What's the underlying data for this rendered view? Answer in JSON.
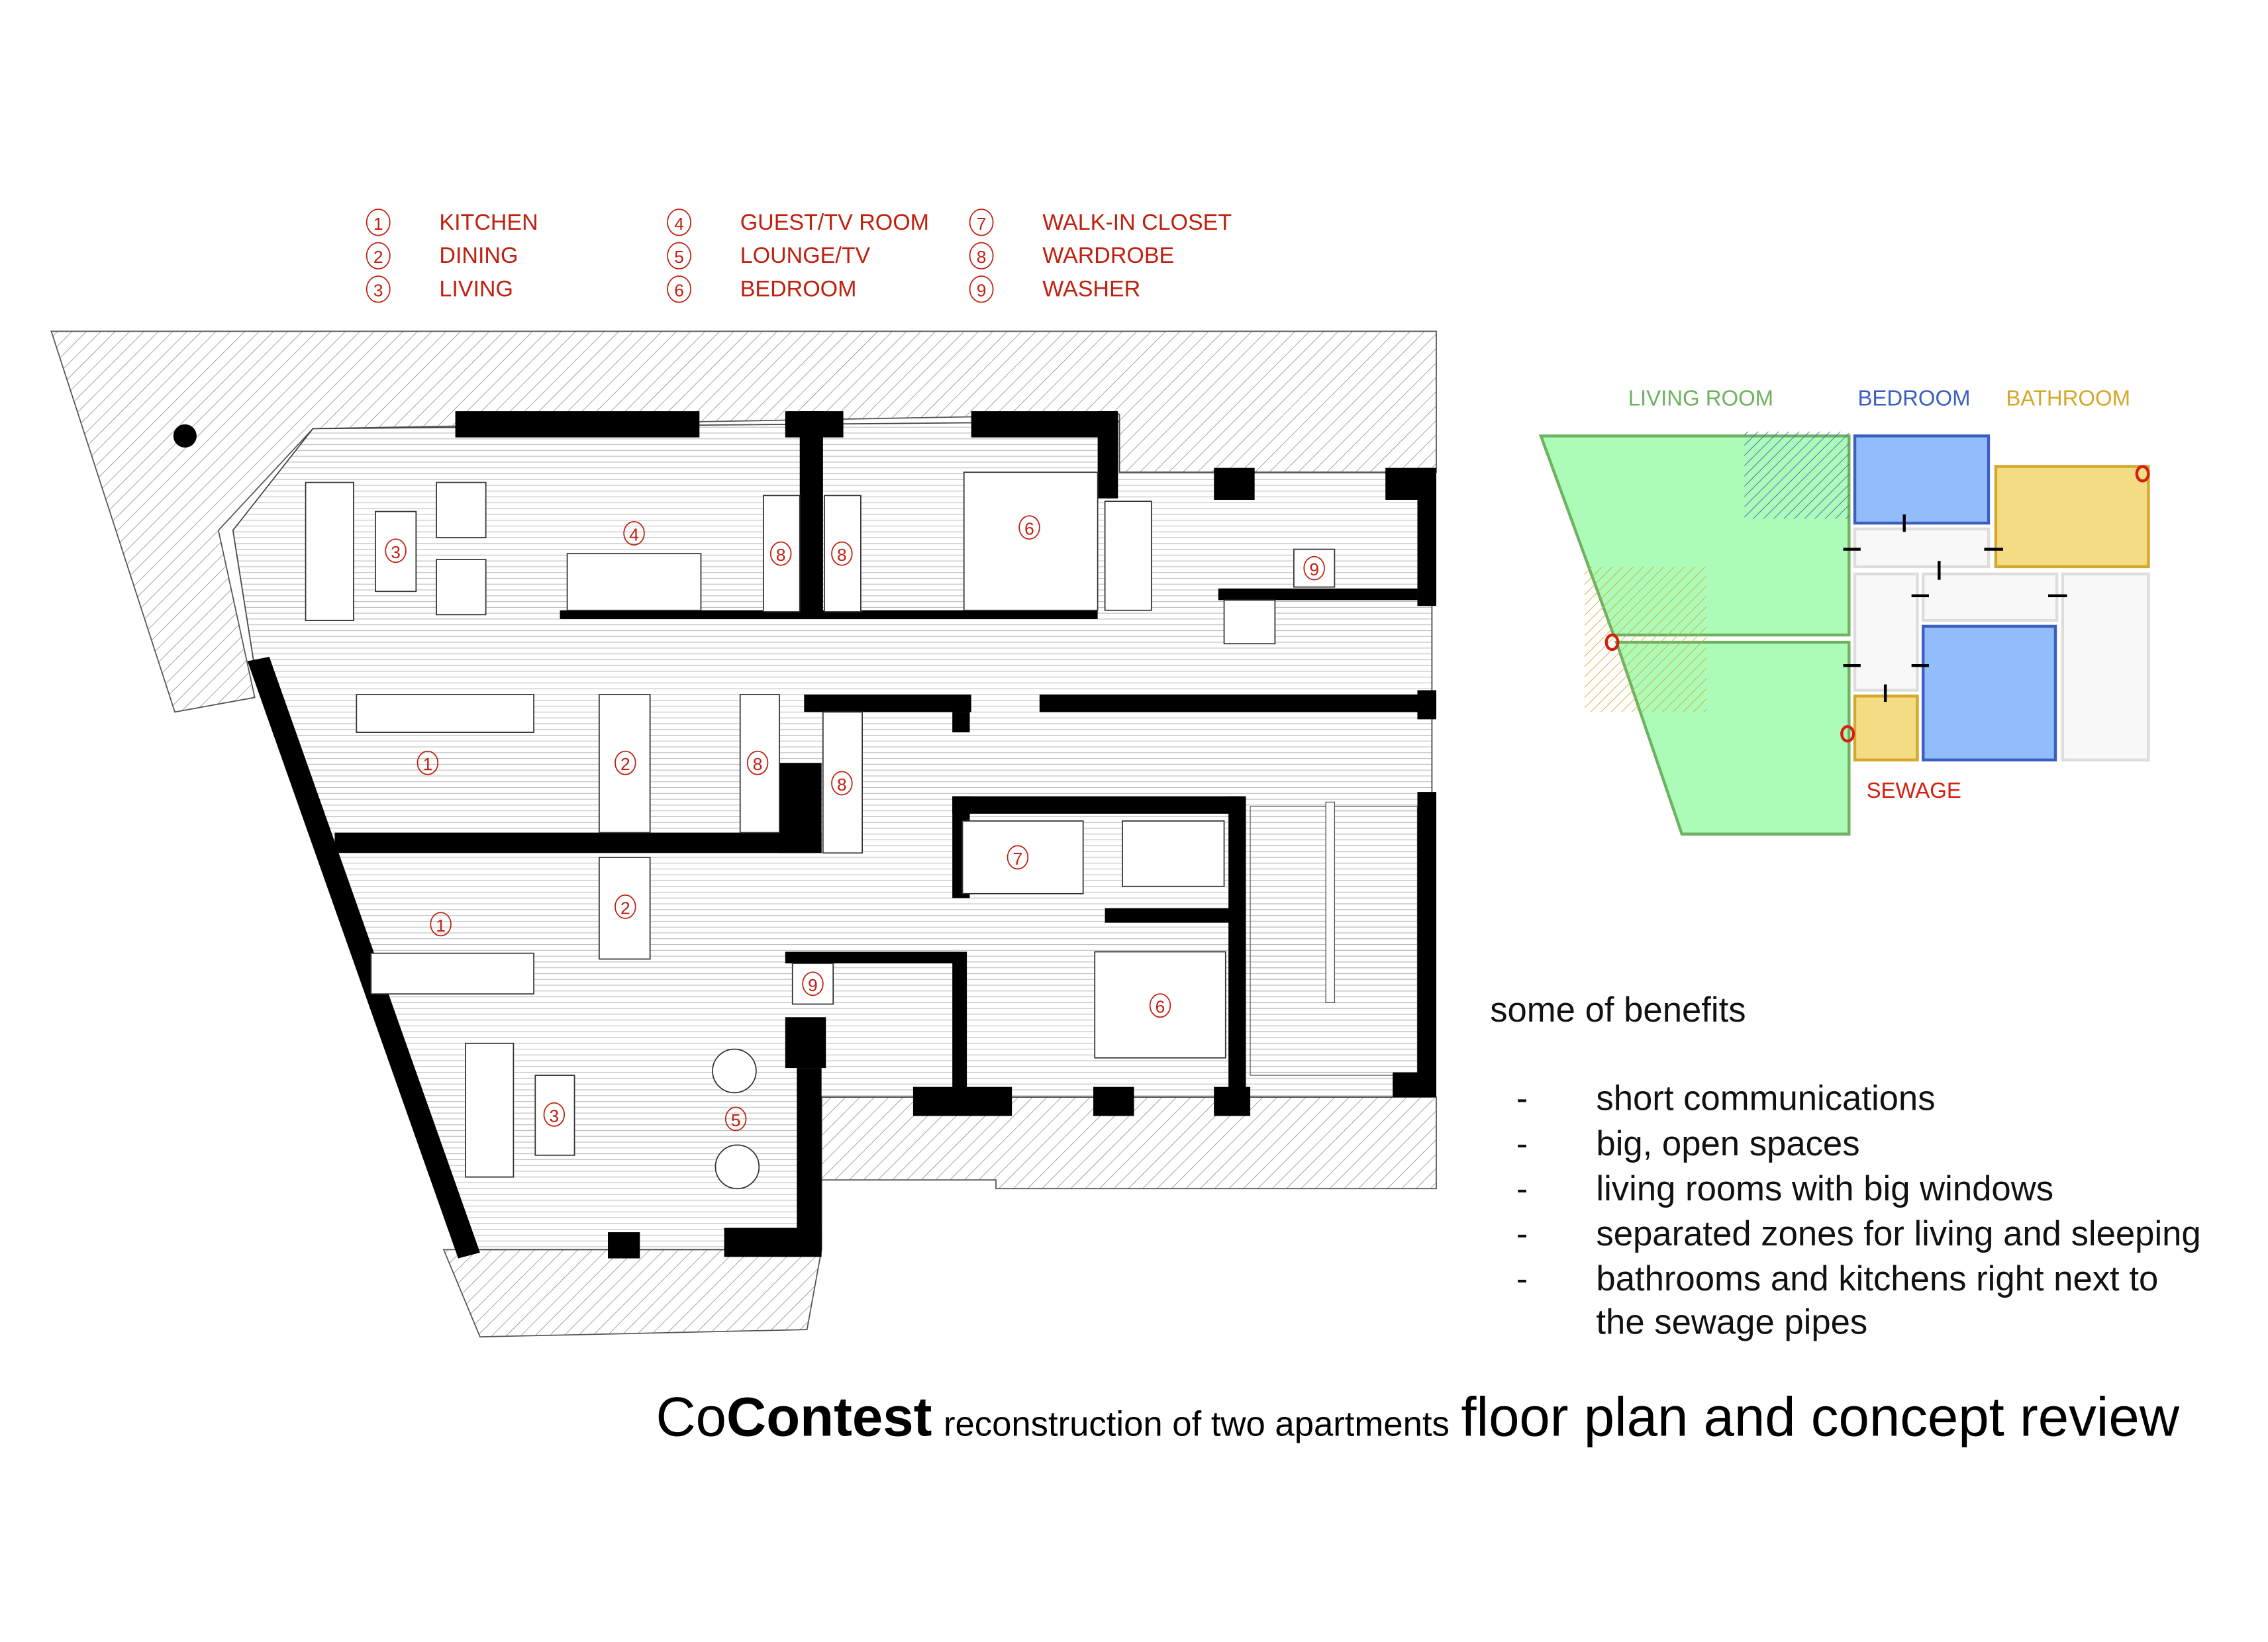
{
  "legend": [
    {
      "num": "1",
      "label": "KITCHEN"
    },
    {
      "num": "2",
      "label": "DINING"
    },
    {
      "num": "3",
      "label": "LIVING"
    },
    {
      "num": "4",
      "label": "GUEST/TV ROOM"
    },
    {
      "num": "5",
      "label": "LOUNGE/TV"
    },
    {
      "num": "6",
      "label": "BEDROOM"
    },
    {
      "num": "7",
      "label": "WALK-IN CLOSET"
    },
    {
      "num": "8",
      "label": "WARDROBE"
    },
    {
      "num": "9",
      "label": "WASHER"
    }
  ],
  "plan_markers": [
    "3",
    "4",
    "8",
    "8",
    "6",
    "9",
    "1",
    "2",
    "8",
    "8",
    "1",
    "2",
    "7",
    "6",
    "9",
    "3",
    "5"
  ],
  "concept": {
    "living_label": "LIVING ROOM",
    "bedroom_label": "BEDROOM",
    "bathroom_label": "BATHROOM",
    "sewage_label": "SEWAGE",
    "colors": {
      "living": "#adfbb9",
      "bedroom": "#93bcfb",
      "bathroom": "#f4dc84",
      "sewage": "#d42010"
    }
  },
  "benefits": {
    "heading": "some of benefits",
    "bullet": "-",
    "items": [
      "short communications",
      "big, open spaces",
      "living rooms with big windows",
      "separated zones for living and sleeping",
      "bathrooms and kitchens right next to",
      "the sewage pipes"
    ]
  },
  "title": {
    "co": "Co",
    "contest": "Contest",
    "subtitle": "reconstruction of two apartments",
    "main": "floor plan and concept review"
  }
}
